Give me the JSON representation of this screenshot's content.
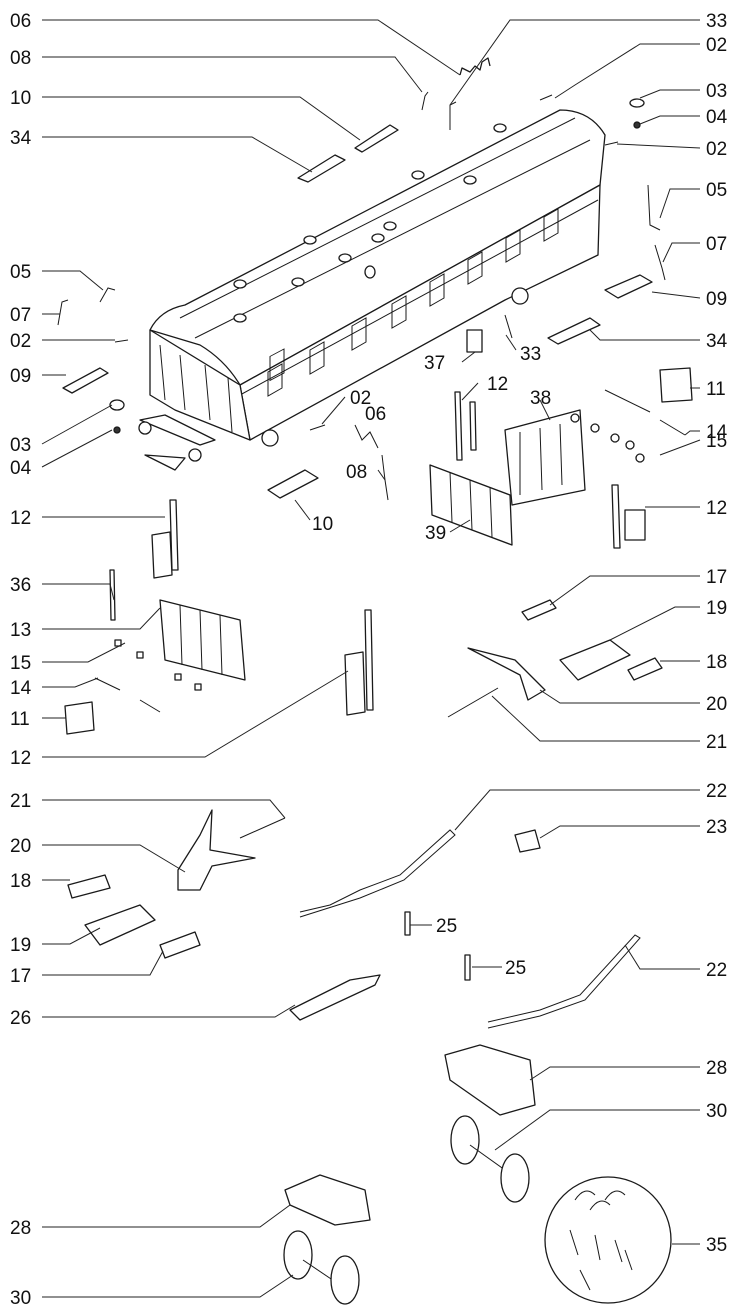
{
  "labels": {
    "l06a": "06",
    "l08a": "08",
    "l10a": "10",
    "l34a": "34",
    "l05a": "05",
    "l07a": "07",
    "l02a": "02",
    "l09a": "09",
    "l03a": "03",
    "l04a": "04",
    "l33a": "33",
    "l02b": "02",
    "l03b": "03",
    "l04b": "04",
    "l02c": "02",
    "l05b": "05",
    "l07b": "07",
    "l09b": "09",
    "l34b": "34",
    "l37": "37",
    "l33b": "33",
    "l02d": "02",
    "l06b": "06",
    "l12a": "12",
    "l38": "38",
    "l11a": "11",
    "l14a": "14",
    "l15a": "15",
    "l08b": "08",
    "l10b": "10",
    "l39": "39",
    "l12b": "12",
    "l12c": "12",
    "l36": "36",
    "l13": "13",
    "l15b": "15",
    "l14b": "14",
    "l11b": "11",
    "l12d": "12",
    "l17a": "17",
    "l19a": "19",
    "l18a": "18",
    "l20a": "20",
    "l21a": "21",
    "l21b": "21",
    "l22a": "22",
    "l23": "23",
    "l20b": "20",
    "l18b": "18",
    "l25a": "25",
    "l19b": "19",
    "l25b": "25",
    "l17b": "17",
    "l22b": "22",
    "l26": "26",
    "l28a": "28",
    "l30a": "30",
    "l28b": "28",
    "l35": "35",
    "l30b": "30"
  }
}
